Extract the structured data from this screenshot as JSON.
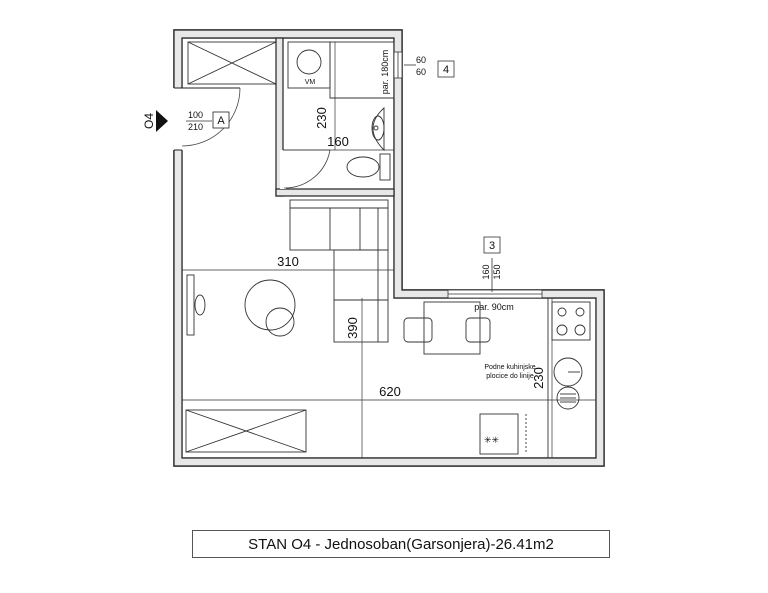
{
  "plan": {
    "title": "STAN O4 - Jednosoban(Garsonjera)-26.41m2",
    "apartment_tag": "O4",
    "door": {
      "width": "100",
      "height": "210",
      "tag": "A"
    },
    "window_bath": {
      "width": "60",
      "height": "60",
      "tag": "4",
      "sill": "par. 180cm"
    },
    "window_kitchen": {
      "width": "160",
      "height": "150",
      "tag": "3",
      "sill": "par. 90cm"
    },
    "fixture_washer": "VM",
    "note_kitchen": [
      "Podne kuhinjske",
      "plocice do linije"
    ],
    "dimensions": {
      "bath_height": "230",
      "bath_width": "160",
      "living_width": "310",
      "living_height": "390",
      "total_width": "620",
      "kitchen_height": "230"
    }
  }
}
